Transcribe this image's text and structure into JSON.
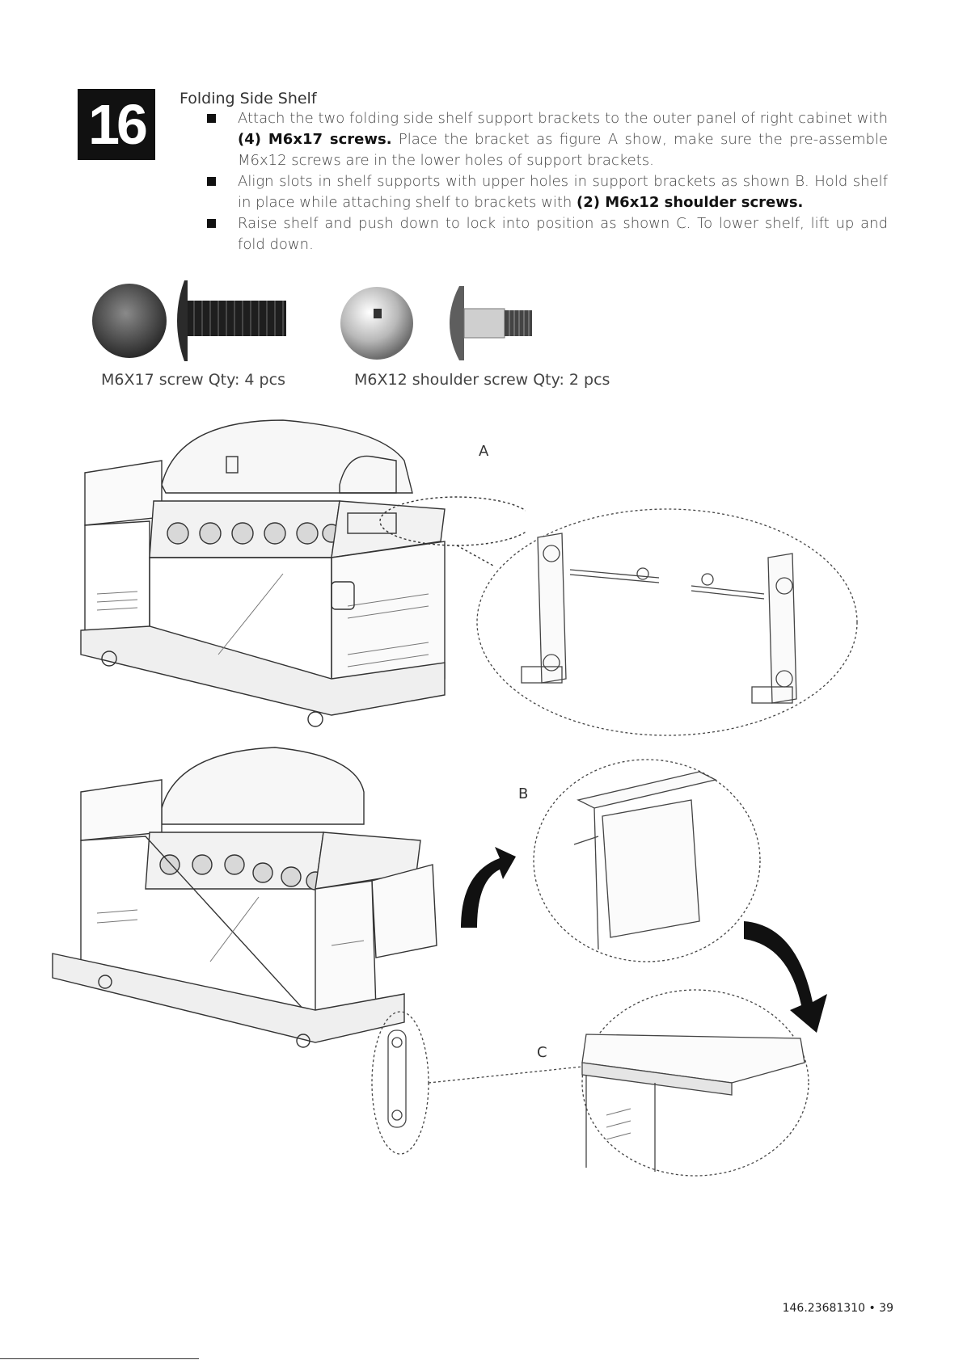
{
  "step": {
    "number": "16",
    "title": "Folding Side Shelf"
  },
  "instructions": [
    {
      "parts": [
        {
          "t": "Attach the two folding side shelf support brackets to the outer panel of right cabinet with ",
          "b": false
        },
        {
          "t": "(4) M6x17 screws.",
          "b": true
        },
        {
          "t": " Place the bracket as figure A show, make sure the pre-assemble M6x12 screws are in the lower holes of support brackets.",
          "b": false
        }
      ]
    },
    {
      "parts": [
        {
          "t": "Align slots in shelf supports with upper holes in support brackets as shown B. Hold shelf in place while attaching shelf to brackets with ",
          "b": false
        },
        {
          "t": "(2) M6x12 shoulder screws.",
          "b": true
        }
      ]
    },
    {
      "parts": [
        {
          "t": "Raise shelf and push down to lock into position as shown C. To lower shelf, lift up and fold down.",
          "b": false
        }
      ]
    }
  ],
  "hardware": [
    {
      "caption": "M6X17 screw Qty: 4 pcs"
    },
    {
      "caption": "M6X12 shoulder screw Qty: 2 pcs"
    }
  ],
  "figures": {
    "a": "A",
    "b": "B",
    "c": "C"
  },
  "footer": {
    "page": "146.23681310 • 39"
  }
}
